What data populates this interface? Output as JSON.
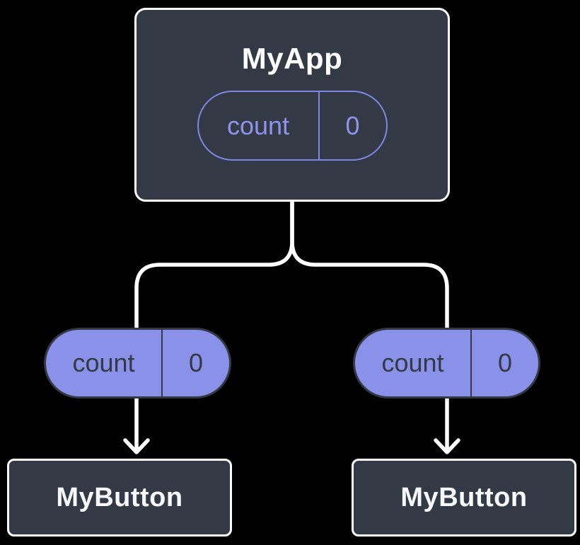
{
  "diagram": {
    "description": "Component tree showing lifted state: MyApp holds count state shared down to two MyButton children",
    "colors": {
      "background": "#000000",
      "node_fill": "#333a46",
      "node_border": "#ffffff",
      "pill_fill": "#8a91e8",
      "pill_outline": "#7e87e3",
      "pill_text_purple": "#8e94ea",
      "pill_text_dark": "#333a46",
      "connector": "#ffffff"
    },
    "root": {
      "title": "MyApp",
      "state": {
        "name": "count",
        "value": "0"
      }
    },
    "branches": [
      {
        "state": {
          "name": "count",
          "value": "0"
        },
        "child": {
          "title": "MyButton"
        }
      },
      {
        "state": {
          "name": "count",
          "value": "0"
        },
        "child": {
          "title": "MyButton"
        }
      }
    ]
  }
}
